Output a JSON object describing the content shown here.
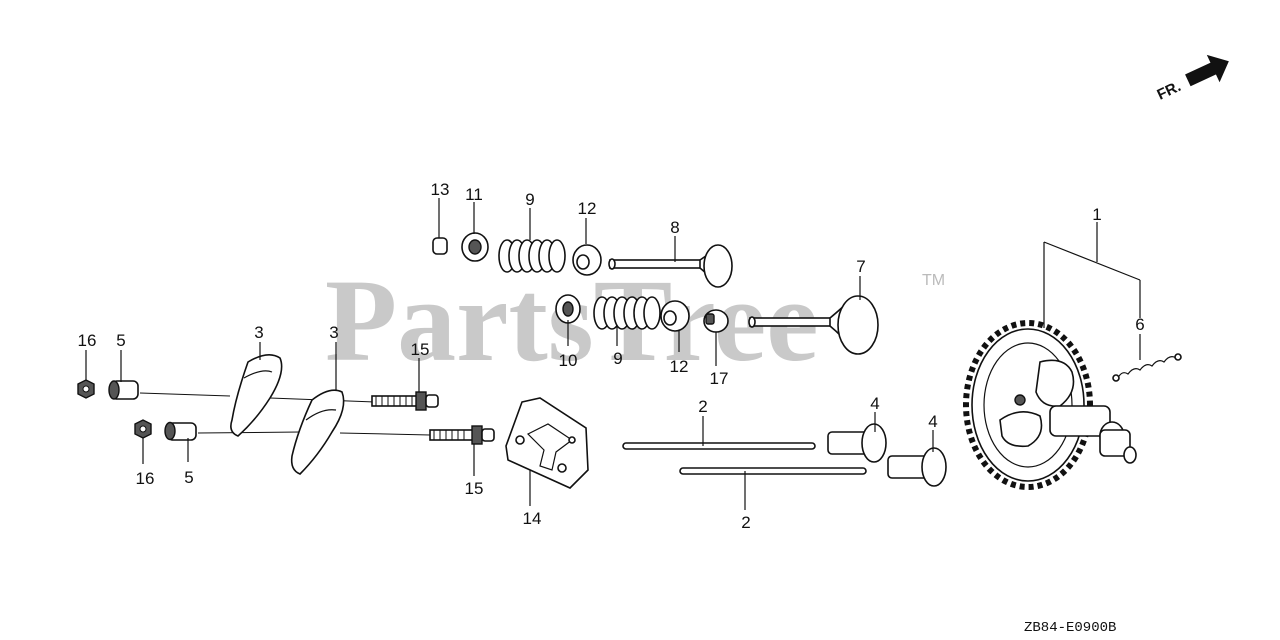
{
  "watermark": {
    "text": "PartsTree",
    "trademark": "TM"
  },
  "direction_label": "FR.",
  "diagram_code": "ZB84-E0900B",
  "callouts": [
    {
      "id": "c1",
      "label": "1"
    },
    {
      "id": "c2a",
      "label": "2"
    },
    {
      "id": "c2b",
      "label": "2"
    },
    {
      "id": "c3a",
      "label": "3"
    },
    {
      "id": "c3b",
      "label": "3"
    },
    {
      "id": "c4a",
      "label": "4"
    },
    {
      "id": "c4b",
      "label": "4"
    },
    {
      "id": "c5a",
      "label": "5"
    },
    {
      "id": "c5b",
      "label": "5"
    },
    {
      "id": "c6",
      "label": "6"
    },
    {
      "id": "c7",
      "label": "7"
    },
    {
      "id": "c8",
      "label": "8"
    },
    {
      "id": "c9a",
      "label": "9"
    },
    {
      "id": "c9b",
      "label": "9"
    },
    {
      "id": "c10",
      "label": "10"
    },
    {
      "id": "c11",
      "label": "11"
    },
    {
      "id": "c12a",
      "label": "12"
    },
    {
      "id": "c12b",
      "label": "12"
    },
    {
      "id": "c13",
      "label": "13"
    },
    {
      "id": "c14",
      "label": "14"
    },
    {
      "id": "c15a",
      "label": "15"
    },
    {
      "id": "c15b",
      "label": "15"
    },
    {
      "id": "c16a",
      "label": "16"
    },
    {
      "id": "c16b",
      "label": "16"
    },
    {
      "id": "c17",
      "label": "17"
    }
  ]
}
